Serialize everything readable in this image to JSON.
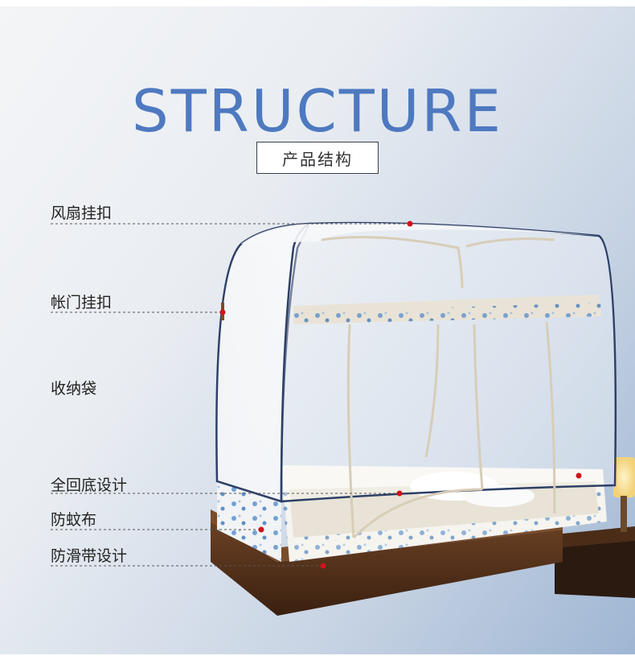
{
  "header": {
    "title": "STRUCTURE",
    "subtitle": "产品结构"
  },
  "callouts": [
    {
      "label": "风扇挂扣"
    },
    {
      "label": "帐门挂扣"
    },
    {
      "label": "收纳袋"
    },
    {
      "label": "全回底设计"
    },
    {
      "label": "防蚊布"
    },
    {
      "label": "防滑带设计"
    }
  ],
  "colors": {
    "title": "#4e79c0",
    "marker": "#d0121b",
    "net_trim": "#2d3f66"
  }
}
